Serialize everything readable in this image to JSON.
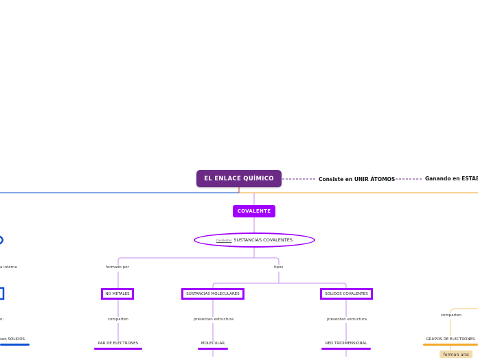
{
  "diagram": {
    "root": "EL ENLACE QUÍMICO",
    "definition": "Consiste en UNIR ÁTOMOS",
    "goal": "Ganando en ESTABI",
    "covalent": "COVALENTE",
    "substances": {
      "prefix": "Covalentes",
      "label": "SUSTANCIAS COVALENTES"
    },
    "formed_by_label": "formado por",
    "types_label": "tipos",
    "nonmetals": "NO METALES",
    "share_label": "comparten",
    "electron_pair": "PAR DE ELECTRONES",
    "molecular_substances": "SUSTANCIAS MOLECULARES",
    "covalent_solids": "SOLIDOS COVALENTES",
    "structure_label_1": "presentan estructura",
    "structure_label_2": "presentan estructura",
    "molecular": "MOLECULAR",
    "network": "RED TRIDIMENSIONAL",
    "right_share_label": "comparten",
    "electron_groups": "GRUPOS DE ELECTRONES",
    "form_a": "forman una",
    "left_partial_1": "a interna",
    "left_partial_2": "n:",
    "left_partial_3": "son SÓLIDOS"
  },
  "colors": {
    "root": "#6a2a86",
    "covalent": "#a100ff",
    "left_branch": "#0b4fd6",
    "right_branch": "#f6a623",
    "connector": "#c78af0"
  }
}
